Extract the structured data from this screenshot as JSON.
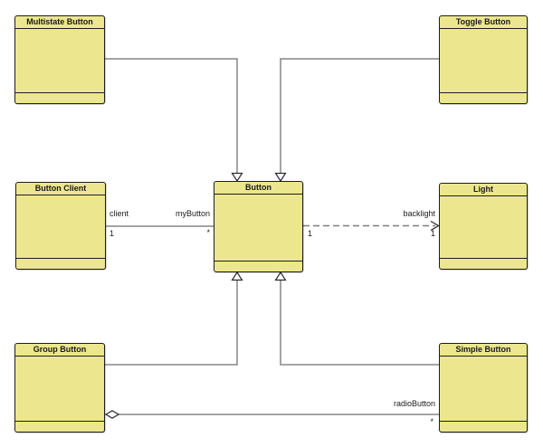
{
  "diagram": {
    "kind": "UML class diagram",
    "background": "#FFFFFF"
  },
  "colors": {
    "class_fill": "#ECE78F",
    "class_border": "#1E1E1E",
    "connector_gray": "#858585",
    "arrow_dark": "#2B2B2B",
    "text": "#1A1A1A"
  },
  "classes": {
    "multistate": {
      "title": "Multistate Button"
    },
    "toggle": {
      "title": "Toggle Button"
    },
    "button_client": {
      "title": "Button Client"
    },
    "button": {
      "title": "Button"
    },
    "light": {
      "title": "Light"
    },
    "group": {
      "title": "Group Button"
    },
    "simple": {
      "title": "Simple Button"
    }
  },
  "relationships": {
    "client_assoc": {
      "type": "association",
      "from": "Button Client",
      "to": "Button",
      "source_role": "client",
      "source_mult": "1",
      "target_role": "myButton",
      "target_mult": "*"
    },
    "backlight": {
      "type": "dashed directed association",
      "from": "Button",
      "to": "Light",
      "source_mult": "1",
      "target_role": "backlight",
      "target_mult": "1"
    },
    "radio": {
      "type": "aggregation",
      "from": "Group Button",
      "to": "Simple Button",
      "target_role": "radioButton",
      "target_mult": "*"
    },
    "generalizations": [
      {
        "from": "Multistate Button",
        "to": "Button"
      },
      {
        "from": "Toggle Button",
        "to": "Button"
      },
      {
        "from": "Group Button",
        "to": "Button"
      },
      {
        "from": "Simple Button",
        "to": "Button"
      }
    ]
  }
}
